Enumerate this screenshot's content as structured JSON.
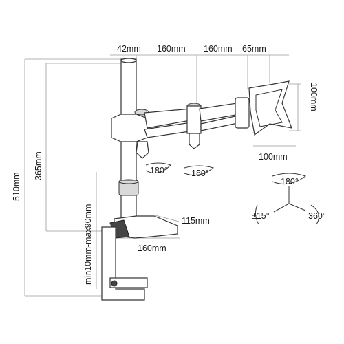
{
  "dimensions": {
    "d42": "42mm",
    "d160a": "160mm",
    "d160b": "160mm",
    "d65": "65mm",
    "d100h": "100mm",
    "d100w": "100mm",
    "d510": "510mm",
    "d365": "365mm",
    "clamp_range": "min10mm-max90mm",
    "d115": "115mm",
    "d160c": "160mm"
  },
  "rotations": {
    "arm1": "180°",
    "arm2": "180°",
    "head_rot": "180°",
    "tilt": "±15°",
    "swivel": "360°"
  },
  "colors": {
    "line": "#333333",
    "dimension": "#9a9a9a",
    "text": "#1a1a1a"
  }
}
